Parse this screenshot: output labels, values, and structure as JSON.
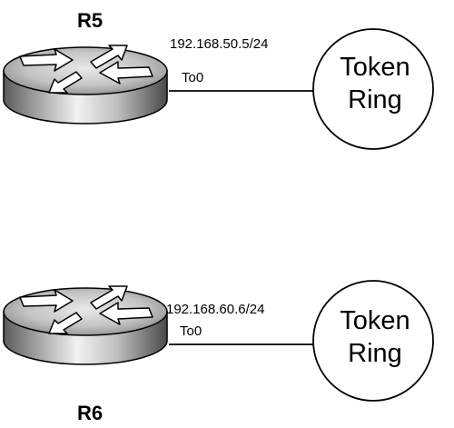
{
  "diagram": {
    "routers": [
      {
        "name": "R5",
        "interface": "To0",
        "ip": "192.168.50.5/24",
        "network": {
          "line1": "Token",
          "line2": "Ring"
        }
      },
      {
        "name": "R6",
        "interface": "To0",
        "ip": "192.168.60.6/24",
        "network": {
          "line1": "Token",
          "line2": "Ring"
        }
      }
    ]
  }
}
